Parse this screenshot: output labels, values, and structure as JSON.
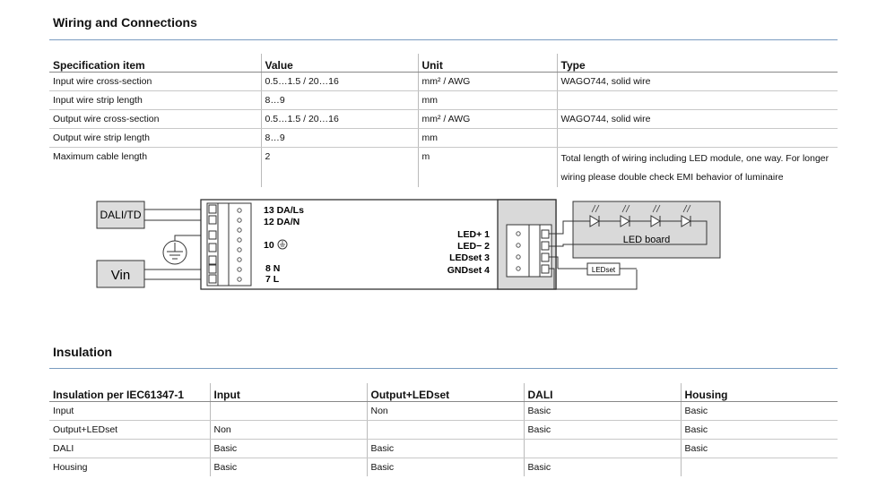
{
  "wiring": {
    "title": "Wiring and Connections",
    "headers": [
      "Specification item",
      "Value",
      "Unit",
      "Type"
    ],
    "rows": [
      [
        "Input wire cross-section",
        "0.5…1.5 / 20…16",
        "mm² / AWG",
        "WAGO744, solid wire"
      ],
      [
        "Input wire strip length",
        "8…9",
        "mm",
        ""
      ],
      [
        "Output wire cross-section",
        "0.5…1.5 / 20…16",
        "mm² / AWG",
        "WAGO744, solid wire"
      ],
      [
        "Output wire strip length",
        "8…9",
        "mm",
        ""
      ],
      [
        "Maximum cable length",
        "2",
        "m",
        "Total length of wiring including LED module, one way. For longer wiring please double check EMI behavior of luminaire"
      ]
    ]
  },
  "diagram": {
    "dali_td": "DALI/TD",
    "vin": "Vin",
    "terminals_left": [
      "13 DA/Ls",
      "12 DA/N",
      "10",
      "8  N",
      "7  L"
    ],
    "terminals_right": [
      "LED+ 1",
      "LED− 2",
      "LEDset 3",
      "GNDset 4"
    ],
    "led_board": "LED board",
    "ledset": "LEDset"
  },
  "insulation": {
    "title": "Insulation",
    "headers": [
      "Insulation per IEC61347-1",
      "Input",
      "Output+LEDset",
      "DALI",
      "Housing"
    ],
    "rows": [
      [
        "Input",
        "",
        "Non",
        "Basic",
        "Basic"
      ],
      [
        "Output+LEDset",
        "Non",
        "",
        "Basic",
        "Basic"
      ],
      [
        "DALI",
        "Basic",
        "Basic",
        "",
        "Basic"
      ],
      [
        "Housing",
        "Basic",
        "Basic",
        "Basic",
        ""
      ]
    ]
  }
}
